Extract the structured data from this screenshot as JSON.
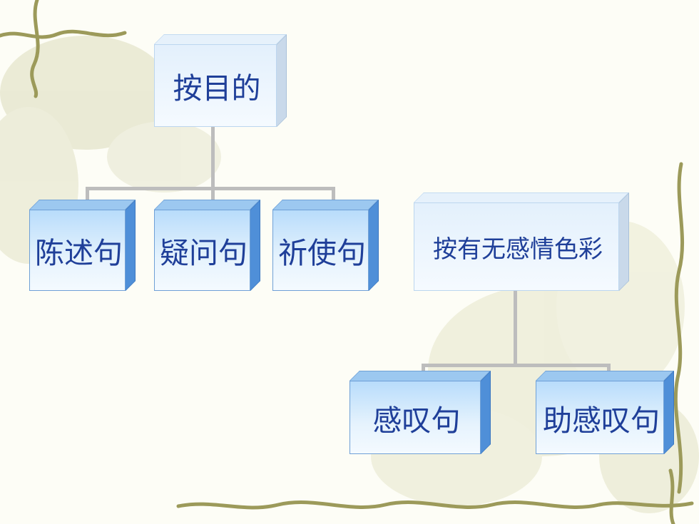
{
  "diagram": {
    "tree_purpose": {
      "root": "按目的",
      "children": [
        "陈述句",
        "疑问句",
        "祈使句"
      ]
    },
    "tree_emotion": {
      "root": "按有无感情色彩",
      "children": [
        "感叹句",
        "助感叹句"
      ]
    }
  },
  "colors": {
    "box_blue": "#b8dcfb",
    "box_edge": "#6fa0d6",
    "text": "#1f3f99",
    "connector": "#bdbdbd",
    "vine": "#9c9a5a"
  }
}
